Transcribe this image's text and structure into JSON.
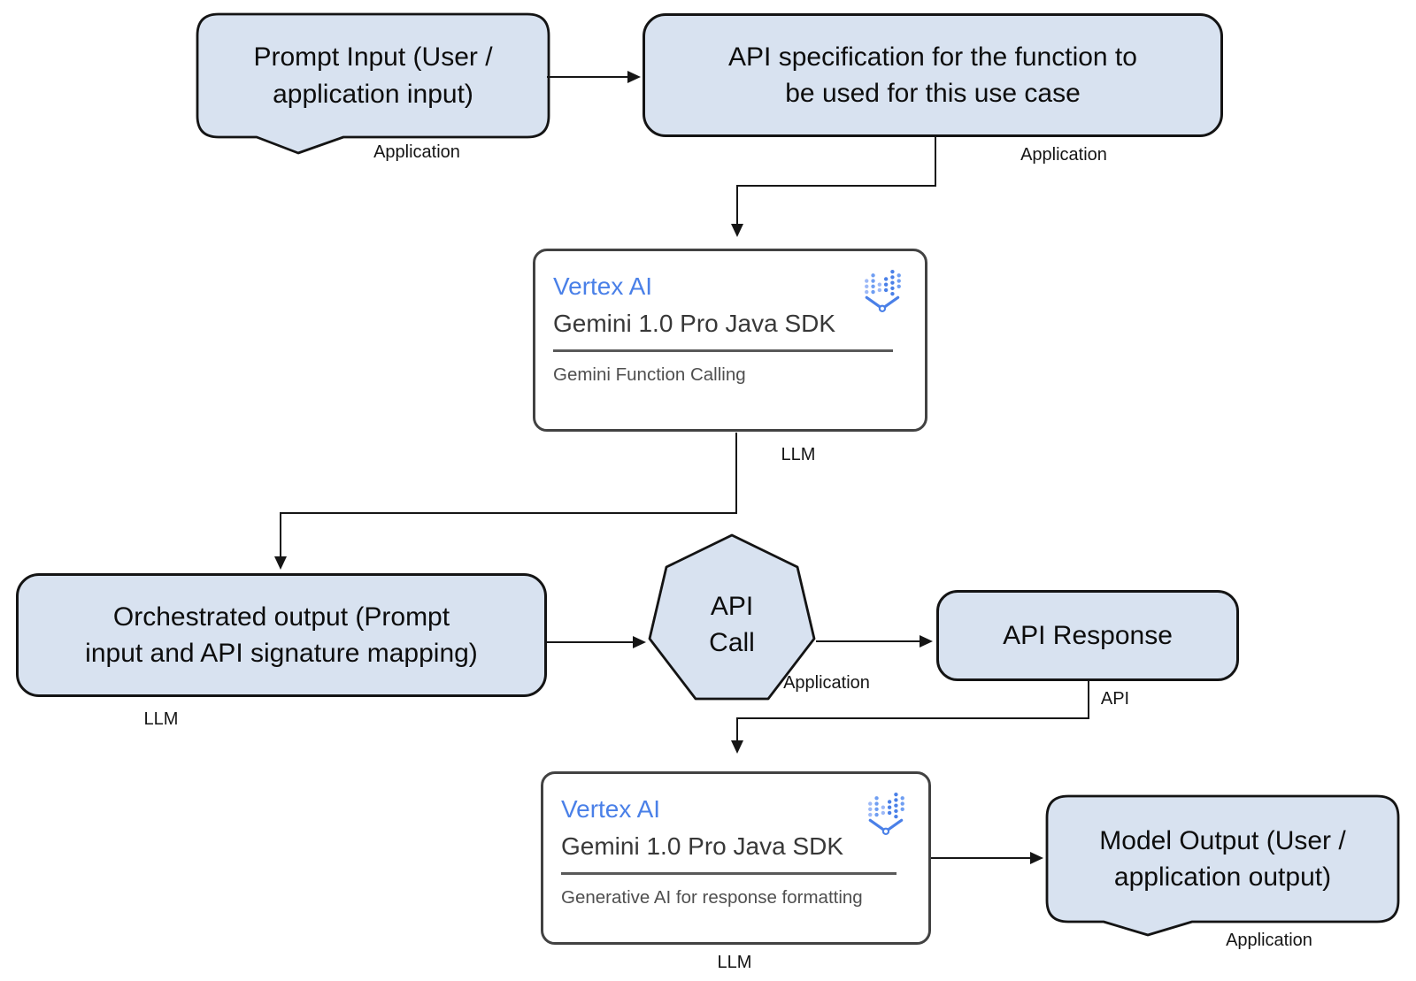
{
  "nodes": {
    "prompt_input": {
      "lines": [
        "Prompt Input (User /",
        "application input)"
      ],
      "tag": "Application"
    },
    "api_spec": {
      "lines": [
        "API specification for the function to",
        "be used for this use case"
      ],
      "tag": "Application"
    },
    "function_calling_card": {
      "product": "Vertex AI",
      "sdk": "Gemini 1.0 Pro Java SDK",
      "caption": "Gemini Function Calling",
      "tag": "LLM",
      "icon": "vertex-ai-icon"
    },
    "orchestrated_output": {
      "lines": [
        "Orchestrated output (Prompt",
        "input and API signature mapping)"
      ],
      "tag": "LLM"
    },
    "api_call": {
      "lines": [
        "API",
        "Call"
      ],
      "tag": "Application"
    },
    "api_response": {
      "text": "API Response",
      "tag": "API"
    },
    "response_formatting_card": {
      "product": "Vertex AI",
      "sdk": "Gemini 1.0 Pro Java SDK",
      "caption": "Generative AI for response formatting",
      "tag": "LLM",
      "icon": "vertex-ai-icon"
    },
    "model_output": {
      "lines": [
        "Model Output (User /",
        "application output)"
      ],
      "tag": "Application"
    }
  },
  "edges": [
    {
      "from": "prompt_input",
      "to": "api_spec"
    },
    {
      "from": "api_spec",
      "to": "function_calling_card"
    },
    {
      "from": "function_calling_card",
      "to": "orchestrated_output"
    },
    {
      "from": "orchestrated_output",
      "to": "api_call"
    },
    {
      "from": "api_call",
      "to": "api_response"
    },
    {
      "from": "api_response",
      "to": "response_formatting_card"
    },
    {
      "from": "response_formatting_card",
      "to": "model_output"
    }
  ],
  "colors": {
    "node_fill": "#d8e2f0",
    "node_outline": "#141414",
    "card_border": "#424242",
    "vertex_blue": "#4a80e8",
    "divider_gray": "#595959",
    "caption_gray": "#4f4f4f"
  }
}
